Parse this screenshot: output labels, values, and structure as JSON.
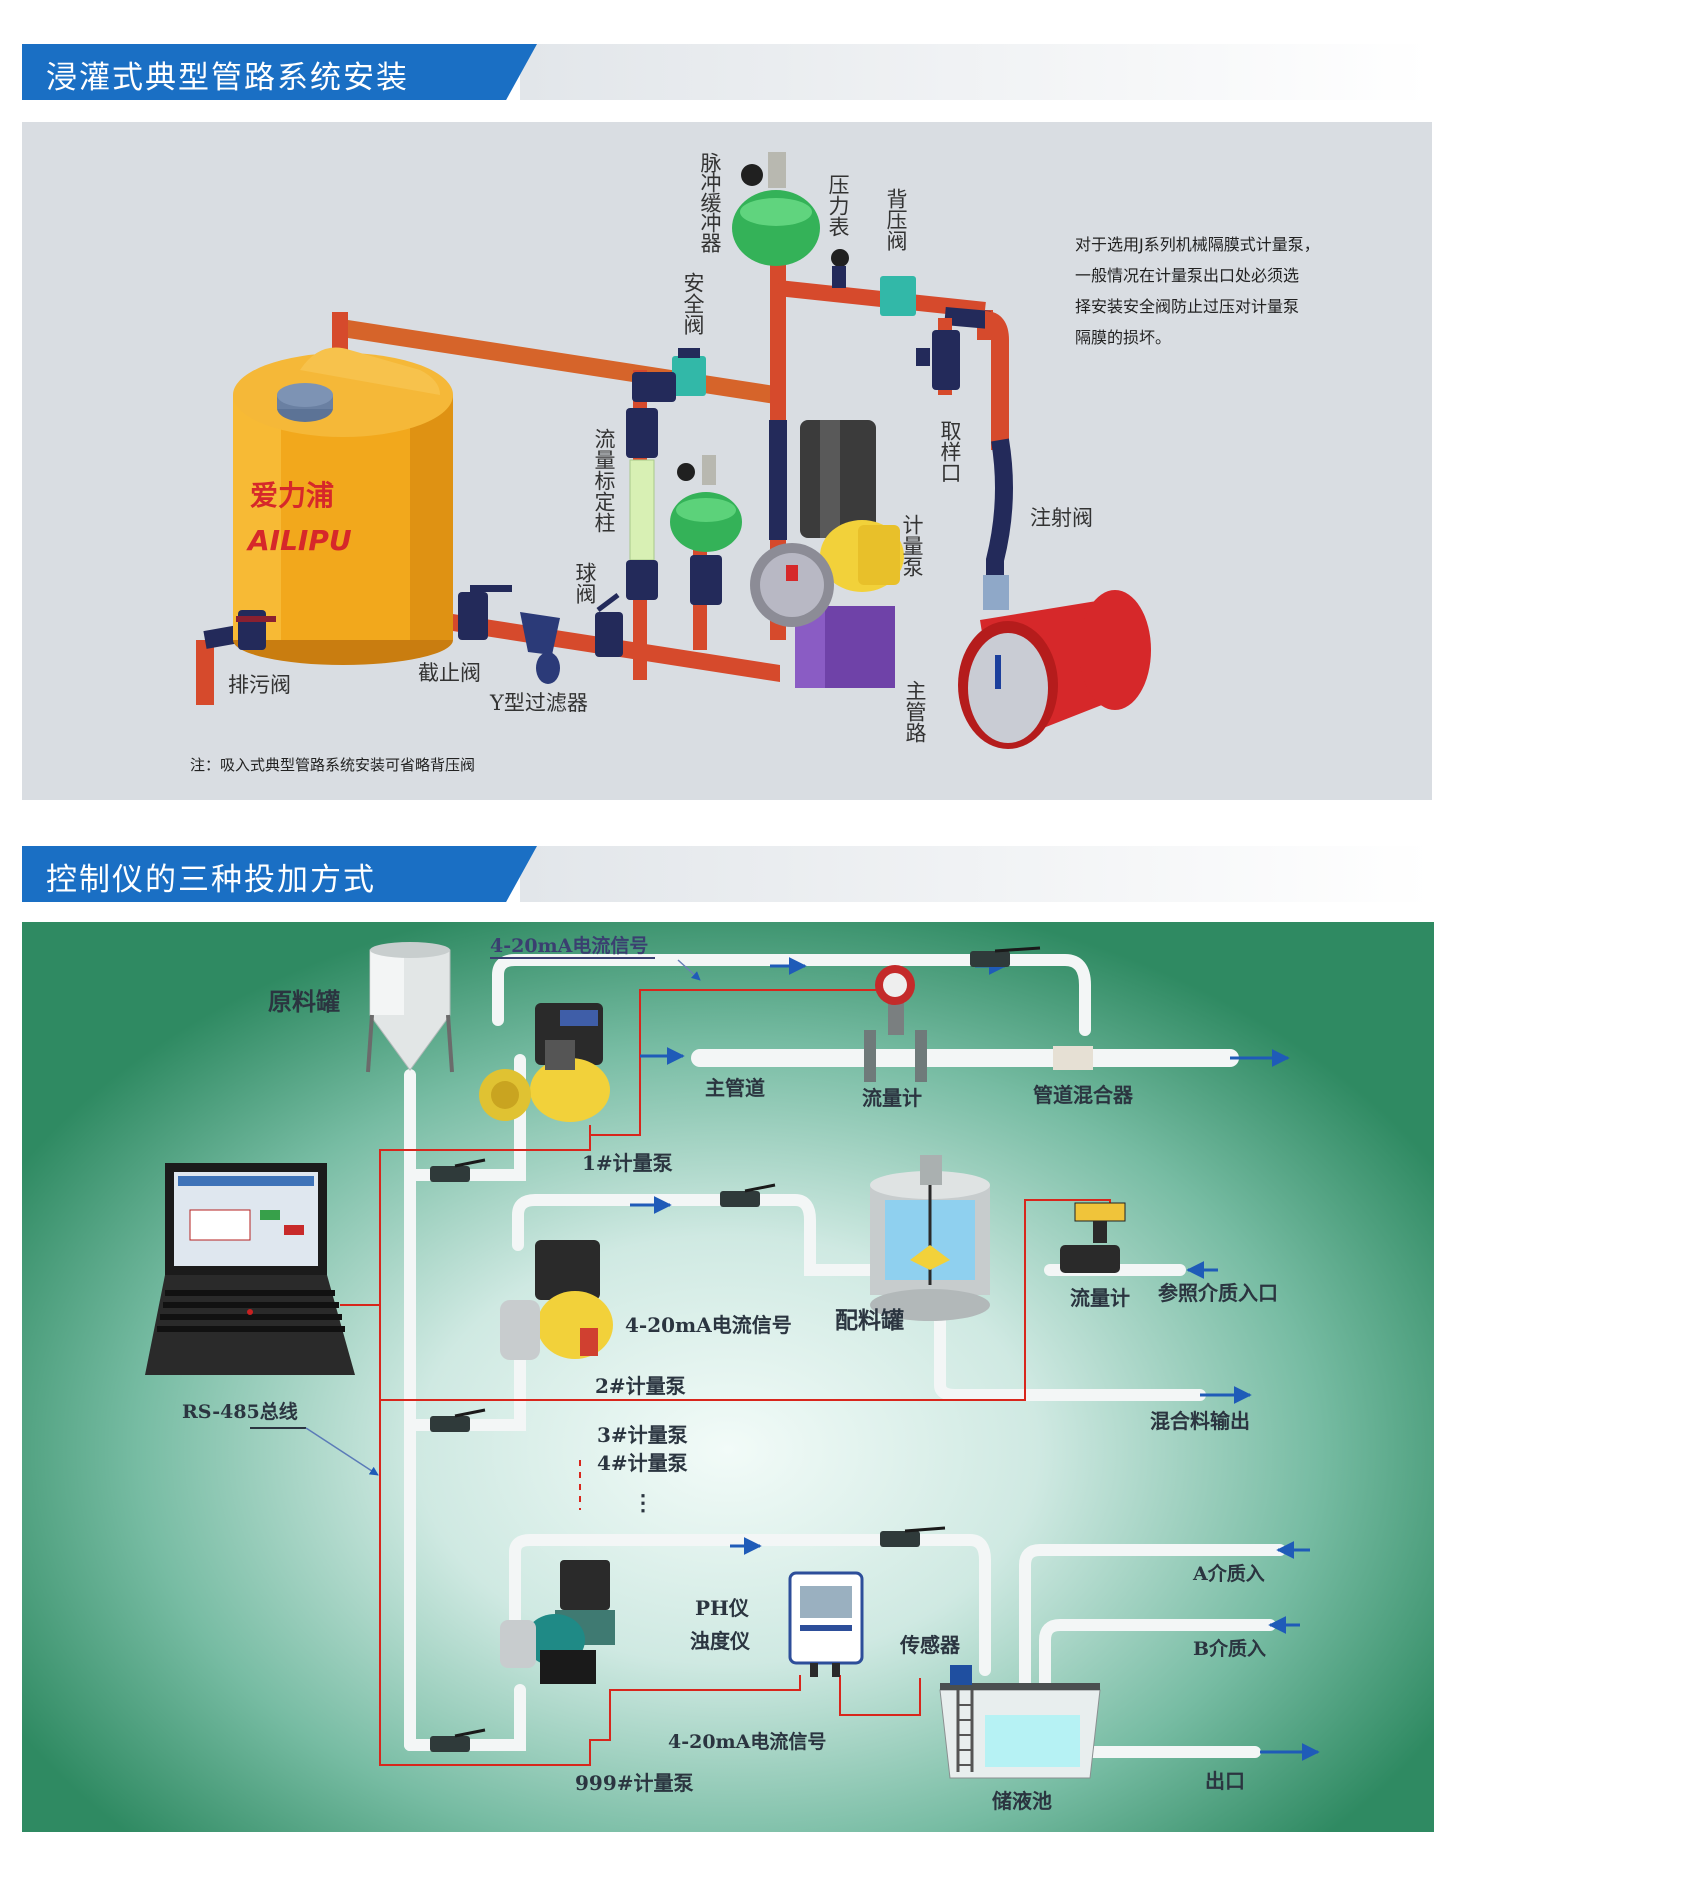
{
  "section1": {
    "title": "浸灌式典型管路系统安装",
    "labels": {
      "pulse_damper": "脉冲缓冲器",
      "pressure_gauge": "压力表",
      "back_pressure_valve": "背压阀",
      "safety_valve": "安全阀",
      "flow_calibration_column": "流量标定柱",
      "sampling_port": "取样口",
      "injection_valve": "注射阀",
      "metering_pump": "计量泵",
      "ball_valve": "球阀",
      "drain_valve": "排污阀",
      "stop_valve": "截止阀",
      "y_strainer": "Y型过滤器",
      "main_pipe": "主管路"
    },
    "tank_brand_cn": "爱力浦",
    "tank_brand_en": "AILIPU",
    "info_lines": [
      "对于选用J系列机械隔膜式计量泵，",
      "一般情况在计量泵出口处必须选",
      "择安装安全阀防止过压对计量泵",
      "隔膜的损坏。"
    ],
    "note": "注：吸入式典型管路系统安装可省略背压阀"
  },
  "section2": {
    "title": "控制仪的三种投加方式",
    "labels": {
      "raw_tank": "原料罐",
      "signal_top": "4-20mA电流信号",
      "main_pipeline": "主管道",
      "flowmeter_top": "流量计",
      "pipeline_mixer": "管道混合器",
      "pump1": "1#计量泵",
      "signal_mid": "4-20mA电流信号",
      "mixing_tank": "配料罐",
      "flowmeter_mid": "流量计",
      "ref_inlet": "参照介质入口",
      "mix_outlet": "混合料输出",
      "pump2": "2#计量泵",
      "pump3": "3#计量泵",
      "pump4": "4#计量泵",
      "ellipsis": "⋮",
      "rs485": "RS-485总线",
      "ph_meter": "PH仪",
      "turbidity_meter": "浊度仪",
      "sensor": "传感器",
      "a_inlet": "A介质入",
      "b_inlet": "B介质入",
      "signal_bottom": "4-20mA电流信号",
      "pump999": "999#计量泵",
      "storage_tank": "储液池",
      "outlet": "出口"
    }
  },
  "colors": {
    "banner_blue": "#1a6fc4",
    "signal_red": "#d8261c",
    "arrow_blue": "#1f5bb8",
    "pipe_red": "#d64a2c",
    "pipe_navy": "#232a5a",
    "tank_yellow": "#f2a81c",
    "pump_yellow": "#f2d13a"
  }
}
